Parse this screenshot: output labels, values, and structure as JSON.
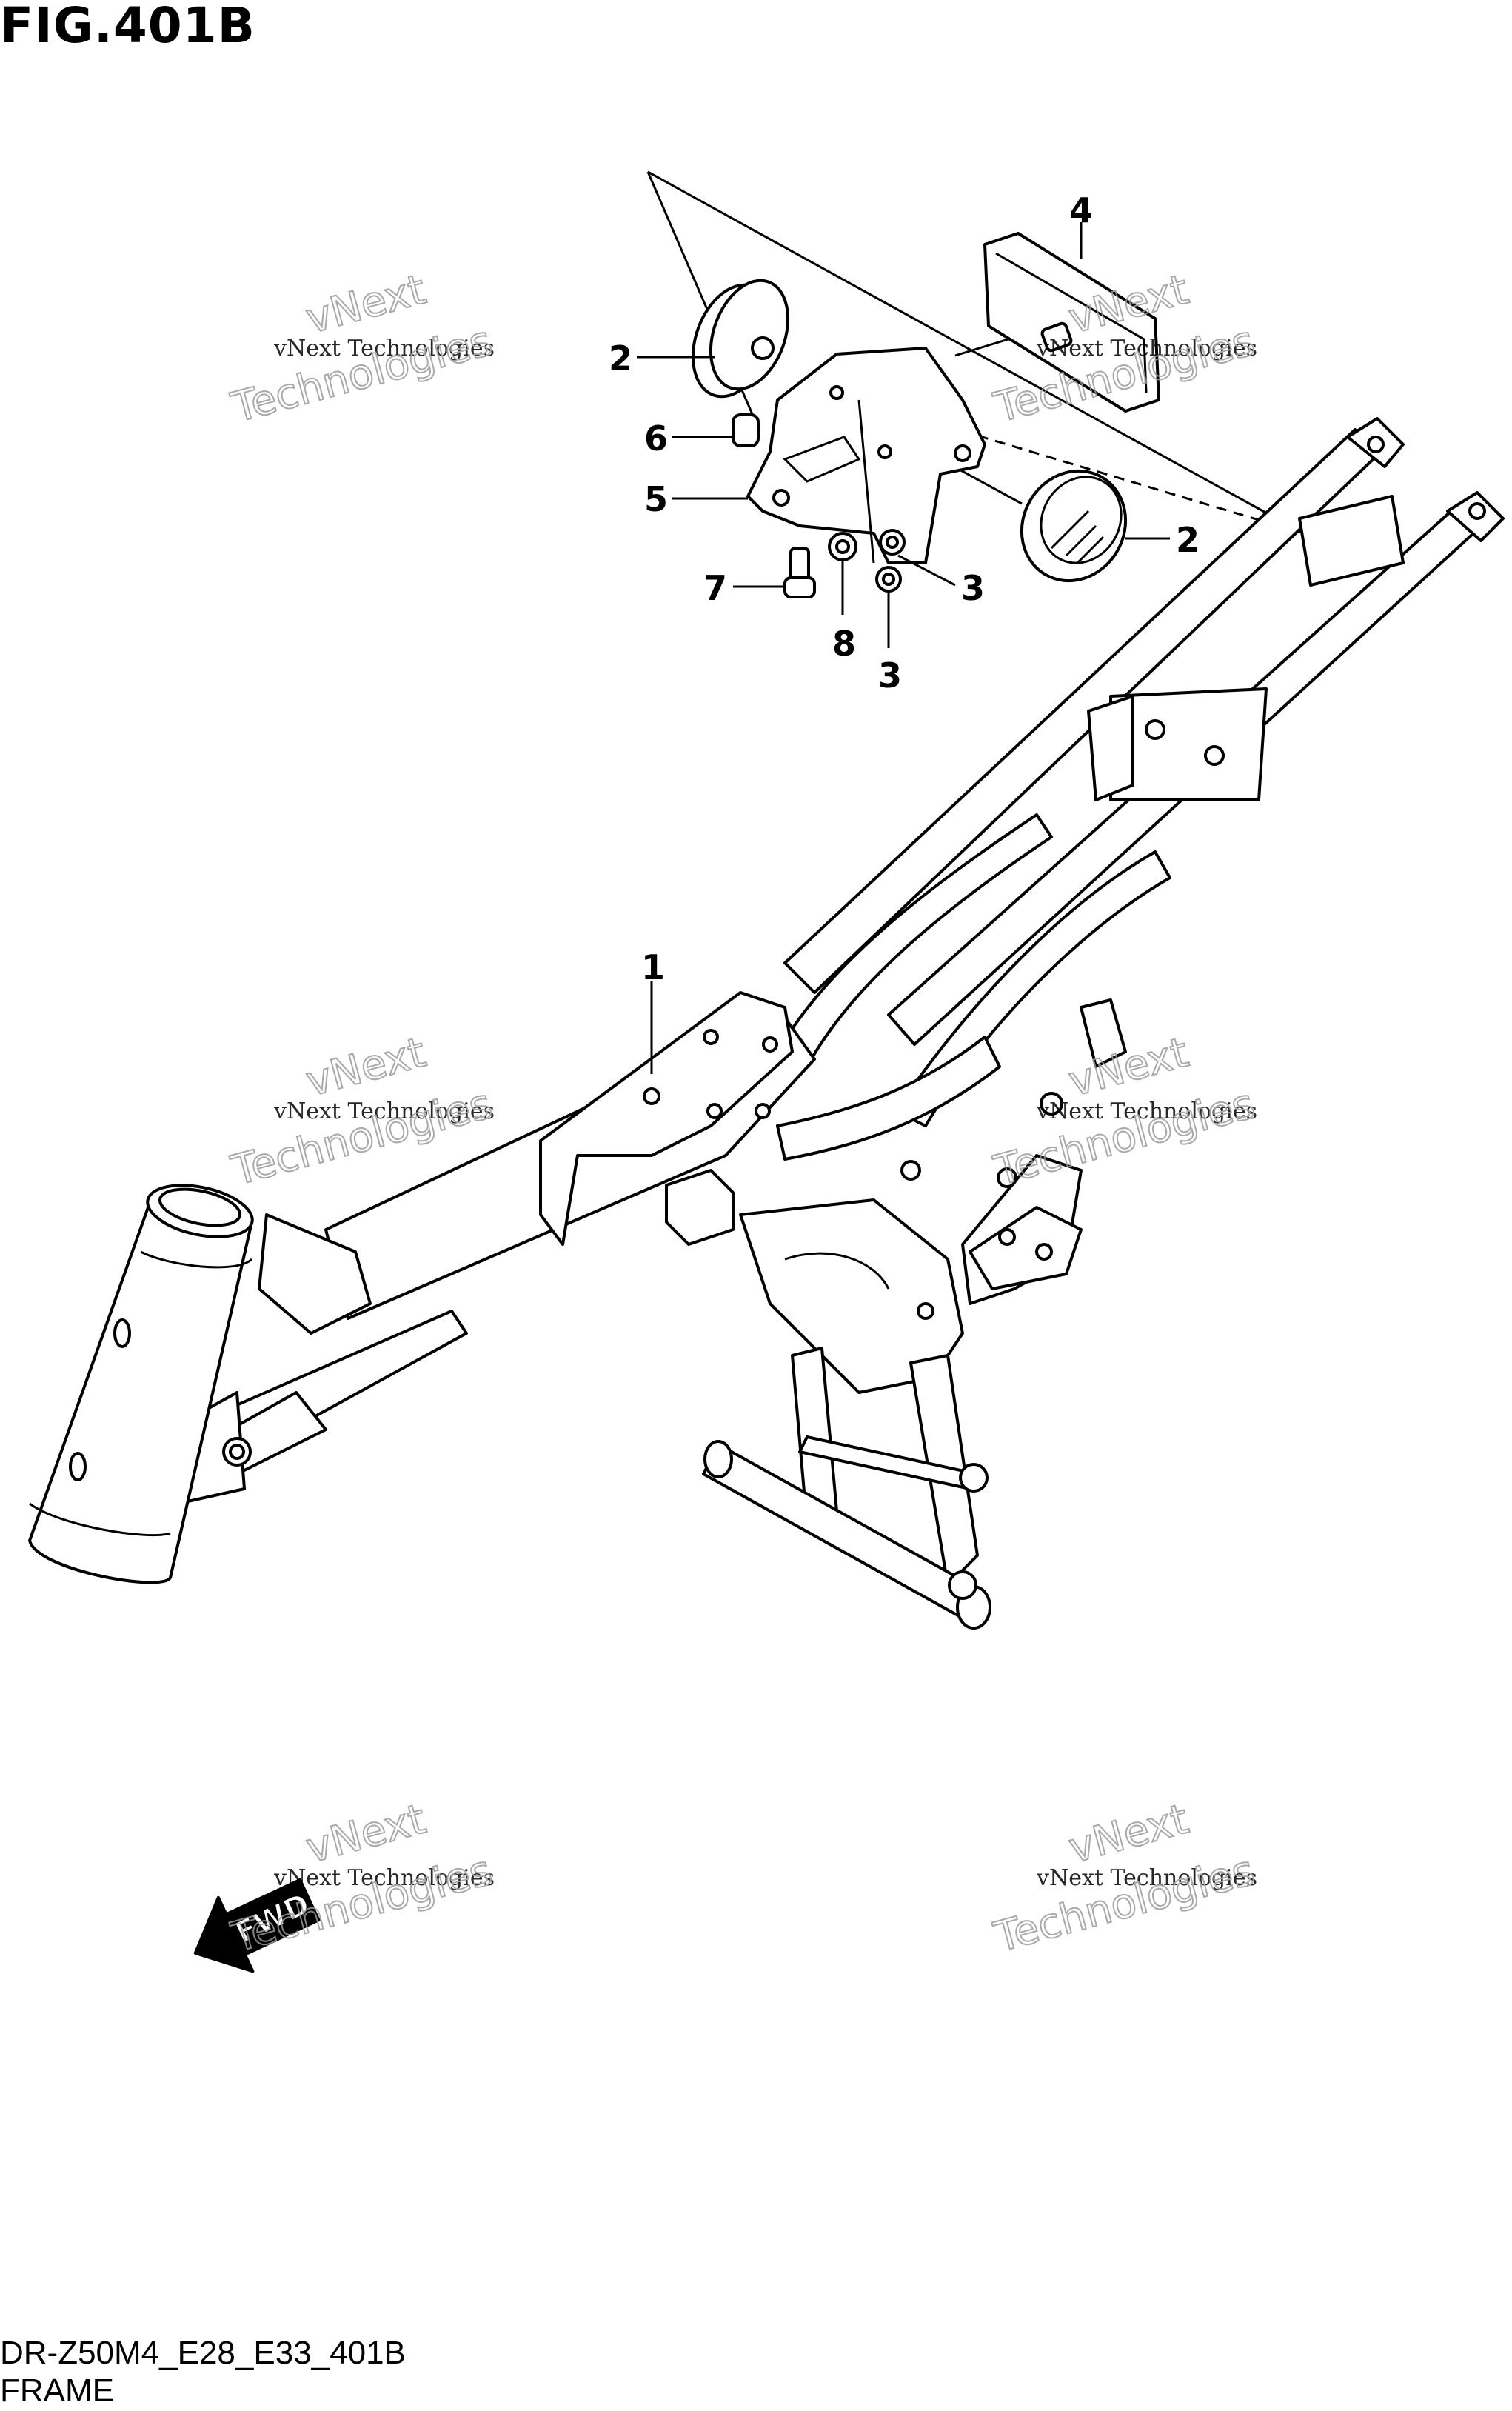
{
  "figure": {
    "title": "FIG.401B",
    "code": "DR-Z50M4_E28_E33_401B",
    "name": "FRAME"
  },
  "callouts": [
    {
      "id": "c1",
      "label": "1"
    },
    {
      "id": "c2a",
      "label": "2"
    },
    {
      "id": "c2b",
      "label": "2"
    },
    {
      "id": "c3a",
      "label": "3"
    },
    {
      "id": "c3b",
      "label": "3"
    },
    {
      "id": "c4",
      "label": "4"
    },
    {
      "id": "c5",
      "label": "5"
    },
    {
      "id": "c6",
      "label": "6"
    },
    {
      "id": "c7",
      "label": "7"
    },
    {
      "id": "c8",
      "label": "8"
    }
  ],
  "direction_arrow": {
    "label": "FWD"
  },
  "watermark": {
    "line1": "vNext Technologies",
    "line2": "vNext",
    "line3": "Technologies"
  }
}
